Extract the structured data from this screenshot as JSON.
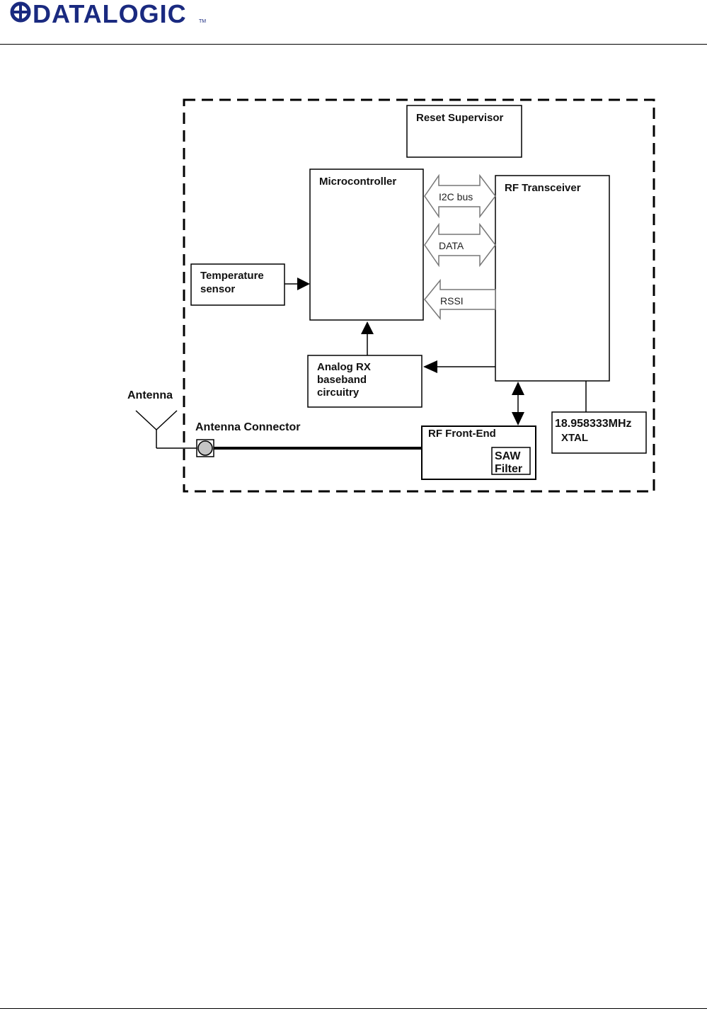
{
  "header": {
    "logo_text": "DATALOGIC",
    "logo_mark": "TM",
    "brand_color": "#1a2a80"
  },
  "diagram": {
    "blocks": {
      "reset_supervisor": "Reset Supervisor",
      "microcontroller": "Microcontroller",
      "rf_transceiver": "RF Transceiver",
      "temperature_sensor": [
        "Temperature",
        "sensor"
      ],
      "analog_rx": [
        "Analog RX",
        "baseband",
        "circuitry"
      ],
      "rf_front_end": "RF Front-End",
      "saw_filter": [
        "SAW",
        "Filter"
      ],
      "xtal": [
        "18.958333MHz",
        "XTAL"
      ]
    },
    "buses": {
      "i2c": "I2C bus",
      "data": "DATA",
      "rssi": "RSSI"
    },
    "antenna": "Antenna",
    "antenna_connector": "Antenna Connector"
  }
}
